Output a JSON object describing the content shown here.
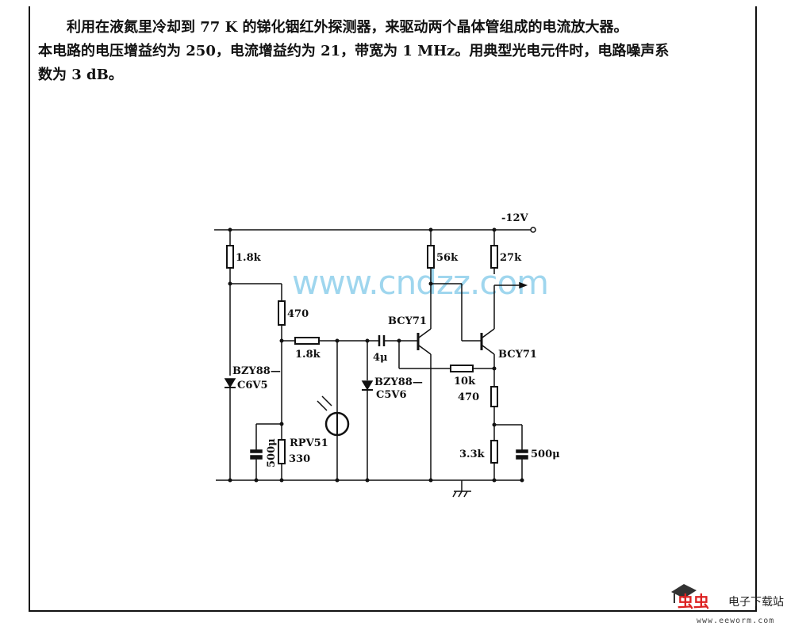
{
  "description": [
    "利用在液氮里冷却到 77 K 的锑化铟红外探测器，来驱动两个晶体管组成的电流放大器。",
    "本电路的电压增益约为 250，电流增益约为 21，带宽为 1 MHz。用典型光电元件时，电路噪声系",
    "数为 3 dB。"
  ],
  "circuit": {
    "supply": "-12V",
    "r1": "1.8k",
    "r2": "470",
    "r3": "1.8k",
    "c1": "4μ",
    "t1": "BCY71",
    "t2": "BCY71",
    "r4": "56k",
    "r5": "27k",
    "r6": "10k",
    "r7": "470",
    "r8": "3.3k",
    "c2": "500μ",
    "c3": "500μ",
    "d1_a": "BZY88—",
    "d1_b": "C6V5",
    "d2_a": "BZY88—",
    "d2_b": "C5V6",
    "detector_a": "RPV51",
    "detector_b": "330"
  },
  "watermark": "www.cndzz.com",
  "logo": {
    "mark": "虫虫",
    "name": "电子下载站",
    "url": "www.eeworm.com"
  }
}
